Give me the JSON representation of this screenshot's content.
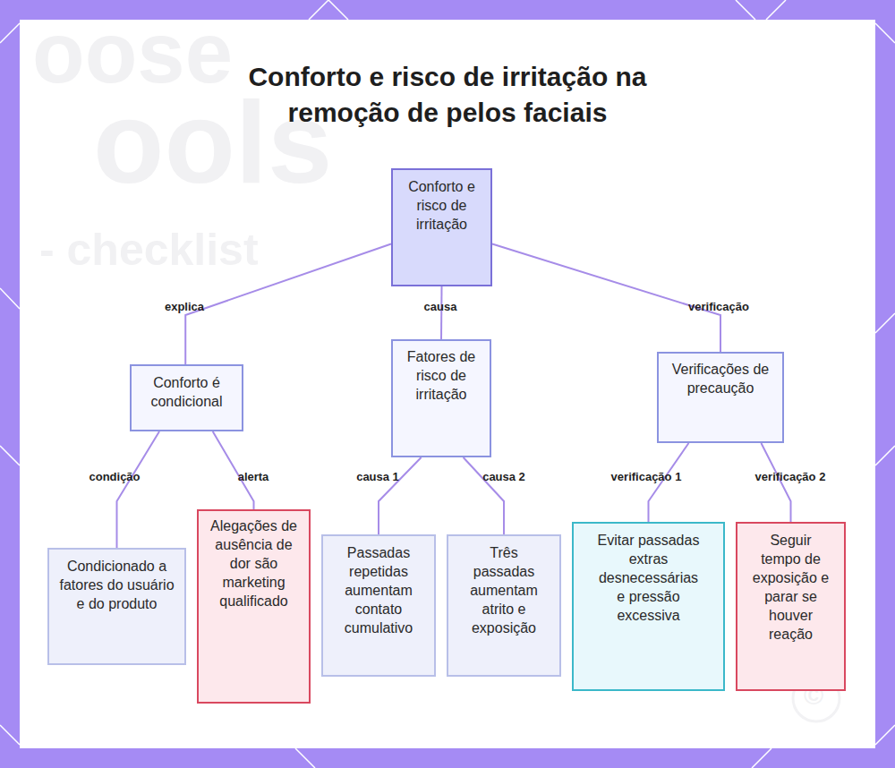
{
  "diagram": {
    "title": "Conforto e risco de irritação na remoção de pelos faciais",
    "nodes": [
      {
        "text": [
          "Conforto e risco de irritação"
        ]
      },
      {
        "text": [
          "Conforto é condicional"
        ]
      },
      {
        "text": [
          "Fatores de risco de irritação"
        ]
      },
      {
        "text": [
          "Verificações de precaução"
        ]
      },
      {
        "text": [
          "Condicionado a fatores do usuário e do produto"
        ]
      },
      {
        "text": [
          "Alegações de ausência de dor são marketing qualificado"
        ]
      },
      {
        "text": [
          "Passadas repetidas aumentam contato cumulativo"
        ]
      },
      {
        "text": [
          "Três passadas aumentam atrito e exposição"
        ]
      },
      {
        "text": [
          "Evitar passadas extras desnecessárias e pressão excessiva"
        ]
      },
      {
        "text": [
          "Seguir tempo de exposição e parar se houver reação"
        ]
      }
    ],
    "edges": [
      {
        "from": 0,
        "to": 1,
        "label": "explica",
        "arrow": "none"
      },
      {
        "from": 0,
        "to": 2,
        "label": "causa",
        "arrow": "none"
      },
      {
        "from": 0,
        "to": 3,
        "label": "verificação",
        "arrow": "none"
      },
      {
        "from": 1,
        "to": 4,
        "label": "condição",
        "arrow": "none"
      },
      {
        "from": 1,
        "to": 5,
        "label": "alerta",
        "arrow": "none"
      },
      {
        "from": 2,
        "to": 6,
        "label": "causa 1",
        "arrow": "none"
      },
      {
        "from": 2,
        "to": 7,
        "label": "causa 2",
        "arrow": "none"
      },
      {
        "from": 3,
        "to": 8,
        "label": "verificação 1",
        "arrow": "none"
      },
      {
        "from": 3,
        "to": 9,
        "label": "verificação 2",
        "arrow": "none"
      }
    ],
    "labels": [
      "oose",
      "ools",
      "- checklist",
      "©"
    ]
  }
}
